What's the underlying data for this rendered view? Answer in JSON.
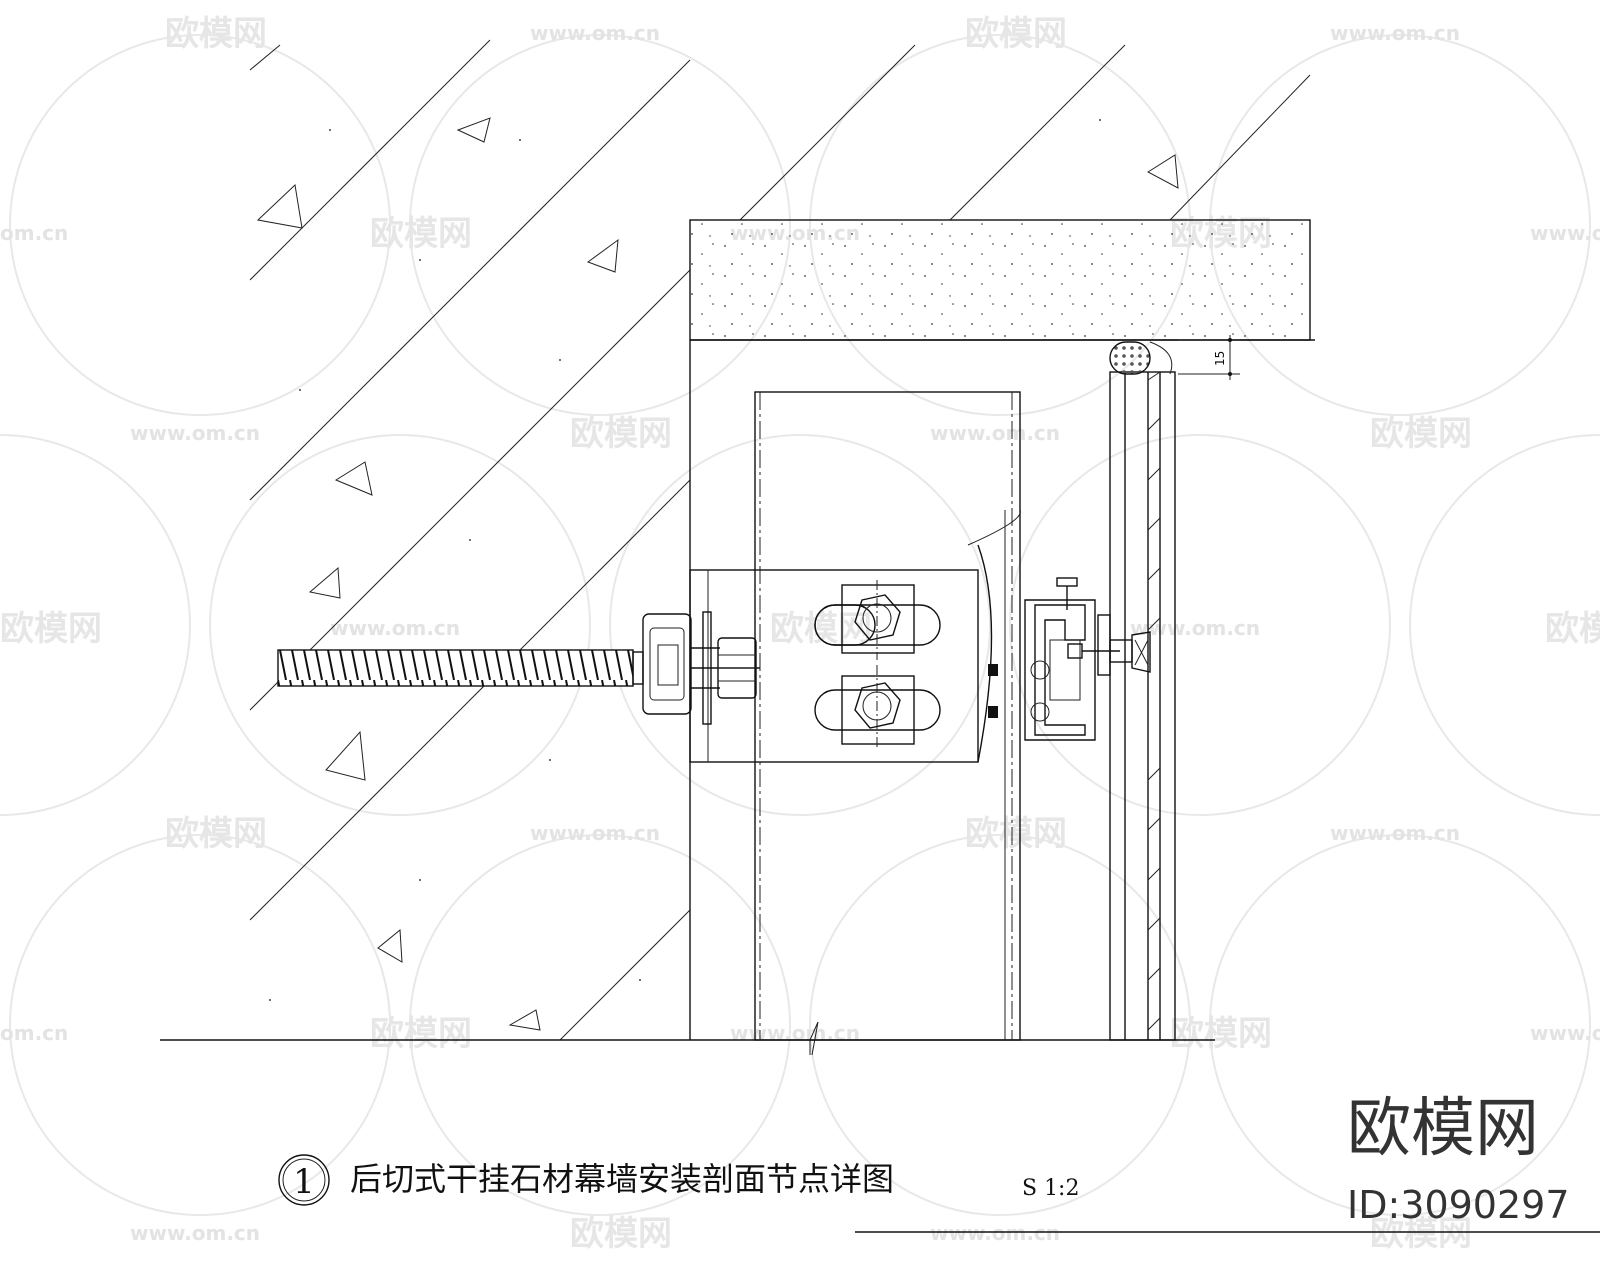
{
  "watermark": {
    "brand": "欧模网",
    "url": "www.om.cn",
    "url_short": "om.cn"
  },
  "drawing": {
    "detail_number": "1",
    "title": "后切式干挂石材幕墙安装剖面节点详图",
    "scale": "S 1:2",
    "dimension_label": "15"
  },
  "stamp": {
    "brand": "欧模网",
    "id_text": "ID:3090297"
  }
}
